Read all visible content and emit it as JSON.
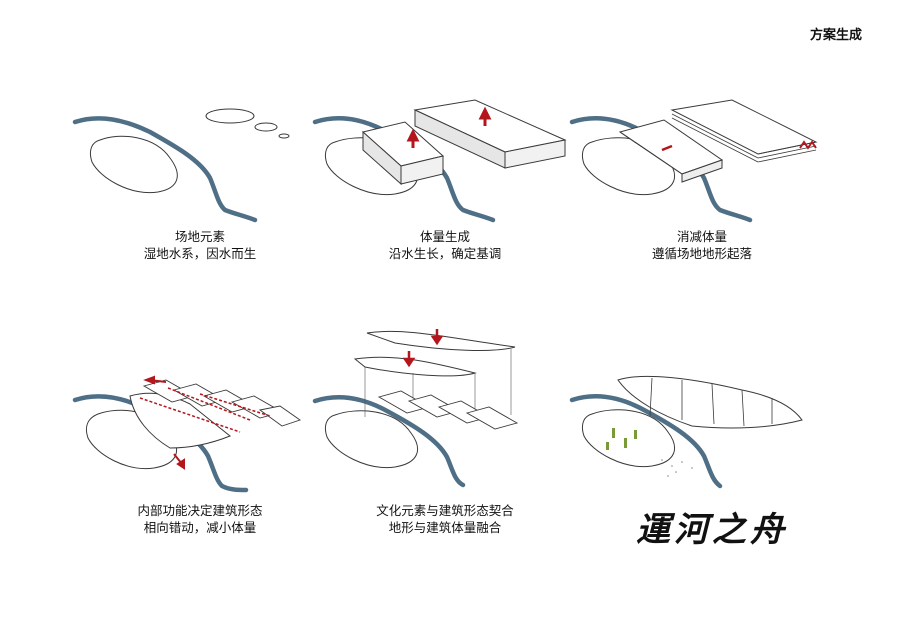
{
  "title": "方案生成",
  "panels": [
    {
      "line1": "场地元素",
      "line2": "湿地水系，因水而生"
    },
    {
      "line1": "体量生成",
      "line2": "沿水生长，确定基调"
    },
    {
      "line1": "消减体量",
      "line2": "遵循场地地形起落"
    },
    {
      "line1": "内部功能决定建筑形态",
      "line2": "相向错动，减小体量"
    },
    {
      "line1": "文化元素与建筑形态契合",
      "line2": "地形与建筑体量融合"
    }
  ],
  "brand": "運河之舟",
  "colors": {
    "river": "#4f6f86",
    "accent": "#b3161d",
    "outline": "#3a3a3a"
  }
}
